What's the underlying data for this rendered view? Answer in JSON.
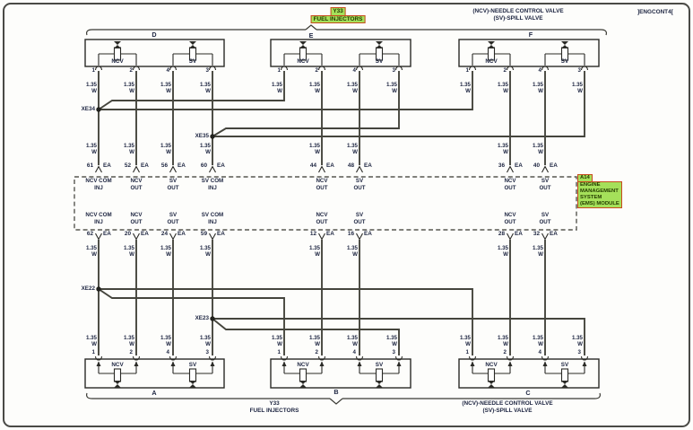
{
  "header": {
    "valve_note": "(NCV)-NEEDLE CONTROL VALVE\n(SV)-SPILL VALVE",
    "section_ref": "]ENGCONT4[",
    "injector_tag_id": "Y33",
    "injector_tag_name": "FUEL INJECTORS"
  },
  "footer": {
    "injector_label": "Y33\nFUEL INJECTORS",
    "valve_note": "(NCV)-NEEDLE CONTROL VALVE\n(SV)-SPILL VALVE"
  },
  "labels": {
    "wire": "1.35\nW",
    "ea": "EA",
    "ncv": "NCV",
    "sv": "SV"
  },
  "connectors": {
    "top": [
      "D",
      "E",
      "F"
    ],
    "bottom": [
      "A",
      "B",
      "C"
    ]
  },
  "splices": {
    "xe34": "XE34",
    "xe35": "XE35",
    "xe22": "XE22",
    "xe23": "XE23"
  },
  "block_pins": [
    "1",
    "2",
    "4",
    "3"
  ],
  "module": {
    "tag_id": "A14",
    "tag_name": "ENGINE\nMANAGEMENT\nSYSTEM\n(EMS) MODULE",
    "top_pins": [
      {
        "no": "61",
        "fn": "NCV COM\nINJ"
      },
      {
        "no": "52",
        "fn": "NCV\nOUT"
      },
      {
        "no": "56",
        "fn": "SV\nOUT"
      },
      {
        "no": "60",
        "fn": "SV COM\nINJ"
      },
      {
        "no": "44",
        "fn": "NCV\nOUT"
      },
      {
        "no": "48",
        "fn": "SV\nOUT"
      },
      {
        "no": "36",
        "fn": "NCV\nOUT"
      },
      {
        "no": "40",
        "fn": "SV\nOUT"
      }
    ],
    "bottom_pins": [
      {
        "no": "62",
        "fn": "NCV COM\nINJ"
      },
      {
        "no": "20",
        "fn": "NCV\nOUT"
      },
      {
        "no": "24",
        "fn": "SV\nOUT"
      },
      {
        "no": "59",
        "fn": "SV COM\nINJ"
      },
      {
        "no": "12",
        "fn": "NCV\nOUT"
      },
      {
        "no": "16",
        "fn": "SV\nOUT"
      },
      {
        "no": "28",
        "fn": "NCV\nOUT"
      },
      {
        "no": "32",
        "fn": "SV\nOUT"
      }
    ]
  },
  "colors": {
    "highlight_bg": "#a5e05a",
    "highlight_border": "#c84c1e",
    "wire": "#45453d",
    "text": "#1c2440"
  }
}
